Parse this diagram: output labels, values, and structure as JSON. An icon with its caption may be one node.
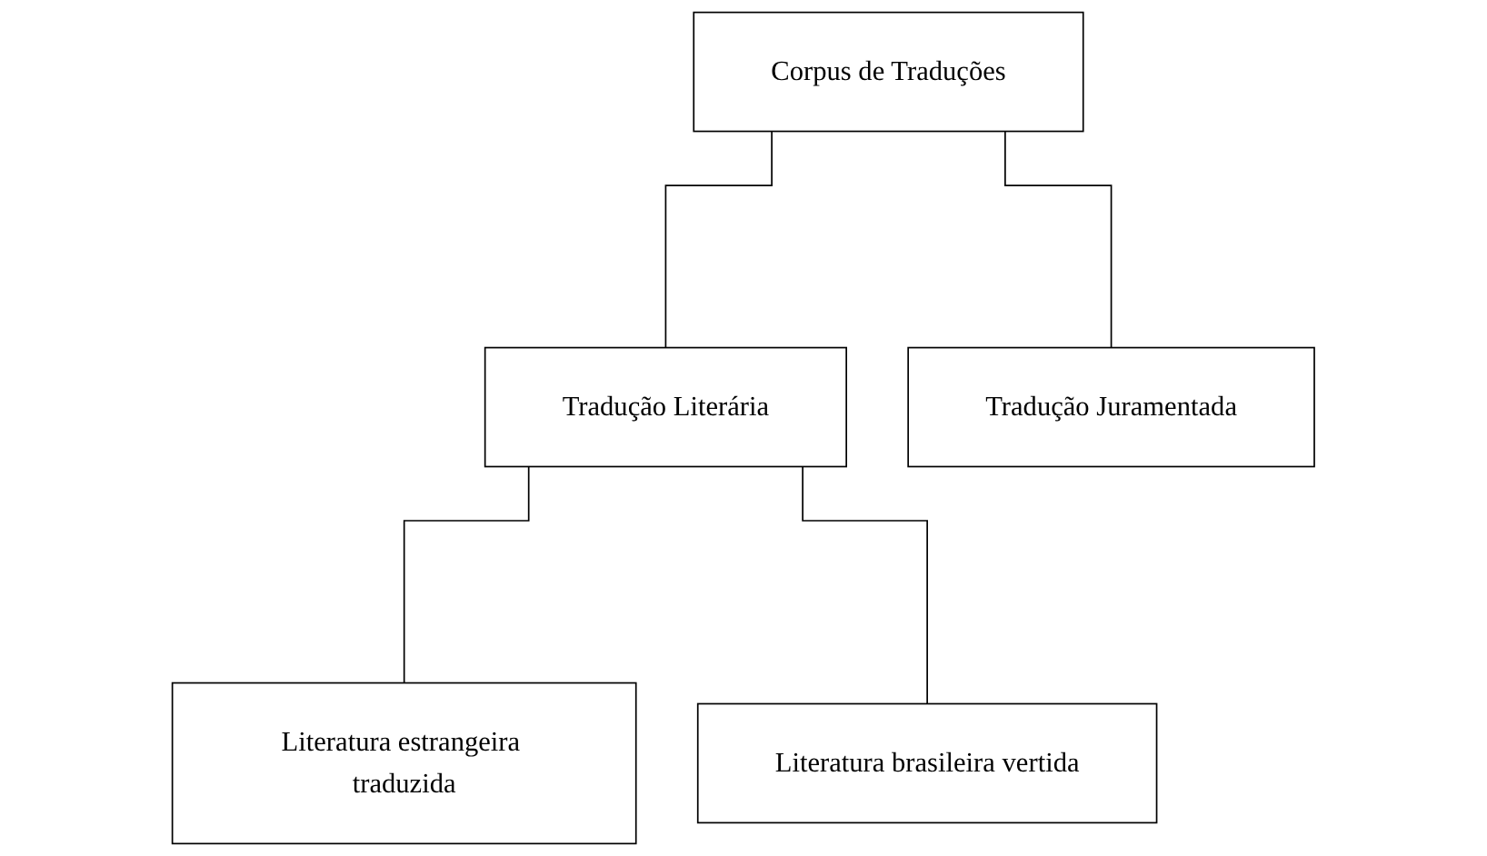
{
  "diagram": {
    "nodes": [
      {
        "text": [
          "Corpus de Traduções"
        ]
      },
      {
        "text": [
          "Tradução Literária"
        ]
      },
      {
        "text": [
          "Tradução Juramentada"
        ]
      },
      {
        "text": [
          "Literatura estrangeira traduzida"
        ]
      },
      {
        "text": [
          "Literatura brasileira vertida"
        ]
      }
    ],
    "edges": [
      {
        "from": 0,
        "to": 1,
        "arrow": "none"
      },
      {
        "from": 0,
        "to": 2,
        "arrow": "none"
      },
      {
        "from": 1,
        "to": 3,
        "arrow": "none"
      },
      {
        "from": 1,
        "to": 4,
        "arrow": "none"
      }
    ]
  }
}
